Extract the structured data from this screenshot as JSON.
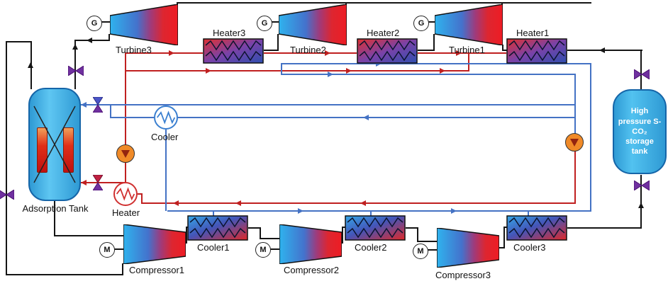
{
  "labels": {
    "turbines": [
      "Turbine3",
      "Turbine2",
      "Turbine1"
    ],
    "heaters": [
      "Heater3",
      "Heater2",
      "Heater1"
    ],
    "coolers": [
      "Cooler1",
      "Cooler2",
      "Cooler3"
    ],
    "compressors": [
      "Compressor1",
      "Compressor2",
      "Compressor3"
    ],
    "generator": "G",
    "motor": "M",
    "heater_unit": "Heater",
    "cooler_unit": "Cooler",
    "adsorption_tank": "Adsorption Tank",
    "storage_tank": "High pressure S-CO₂ storage tank"
  },
  "colors": {
    "hot_line": "#c02020",
    "cold_line": "#4472c4",
    "gas_line": "#151515",
    "valve": "#7030a0",
    "pump_fill": "#f08a28",
    "tank_fill": "#52c2f0",
    "gradient_cold": "#2fb3ee",
    "gradient_hot": "#ee1c24"
  }
}
